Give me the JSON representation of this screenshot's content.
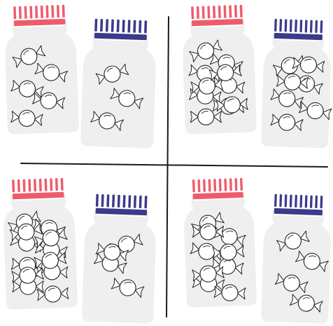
{
  "colors": {
    "background": "#ffffff",
    "jar_body": "#efefef",
    "pink_lid": "#ee5c6c",
    "navy_lid": "#3d3a8a",
    "lid_band": "#ffffff",
    "divider": "#1a1a1a",
    "candy_fill": "#ffffff",
    "candy_stroke": "#222222"
  },
  "panels": [
    {
      "name": "top-left",
      "pink_jar": {
        "candy_count": 6
      },
      "navy_jar": {
        "candy_count": 3
      }
    },
    {
      "name": "top-right",
      "pink_jar": {
        "candy_count": 10
      },
      "navy_jar": {
        "candy_count": 7
      }
    },
    {
      "name": "bottom-left",
      "pink_jar": {
        "candy_count": 12
      },
      "navy_jar": {
        "candy_count": 4
      }
    },
    {
      "name": "bottom-right",
      "pink_jar": {
        "candy_count": 9
      },
      "navy_jar": {
        "candy_count": 4
      }
    }
  ]
}
